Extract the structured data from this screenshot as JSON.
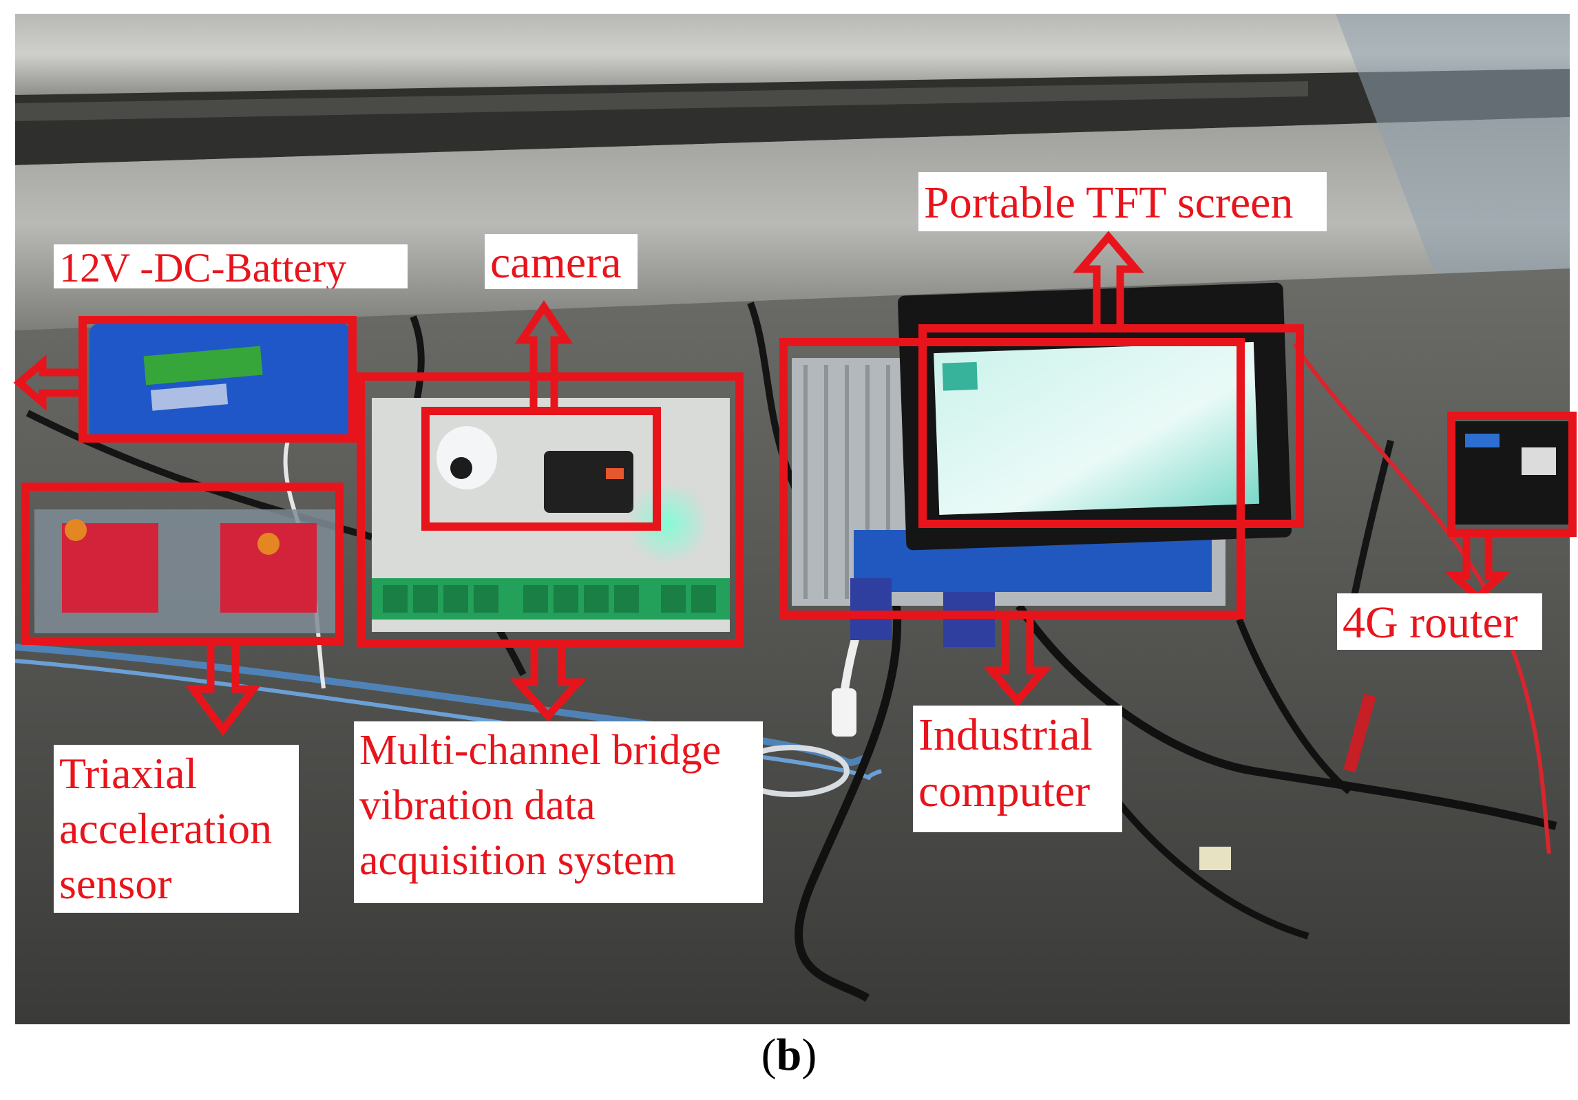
{
  "figure": {
    "caption_open": "(",
    "caption_letter": "b",
    "caption_close": ")"
  },
  "labels": {
    "battery": "12V -DC-Battery",
    "camera": "camera",
    "tft": "Portable TFT screen",
    "router": "4G router",
    "sensor": [
      "Triaxial",
      "acceleration",
      "sensor"
    ],
    "daq": [
      "Multi-channel bridge",
      "vibration data",
      "acquisition system"
    ],
    "computer": [
      "Industrial",
      "computer"
    ]
  },
  "colors": {
    "annotation": "#e8141c",
    "label_bg": "#ffffff"
  }
}
